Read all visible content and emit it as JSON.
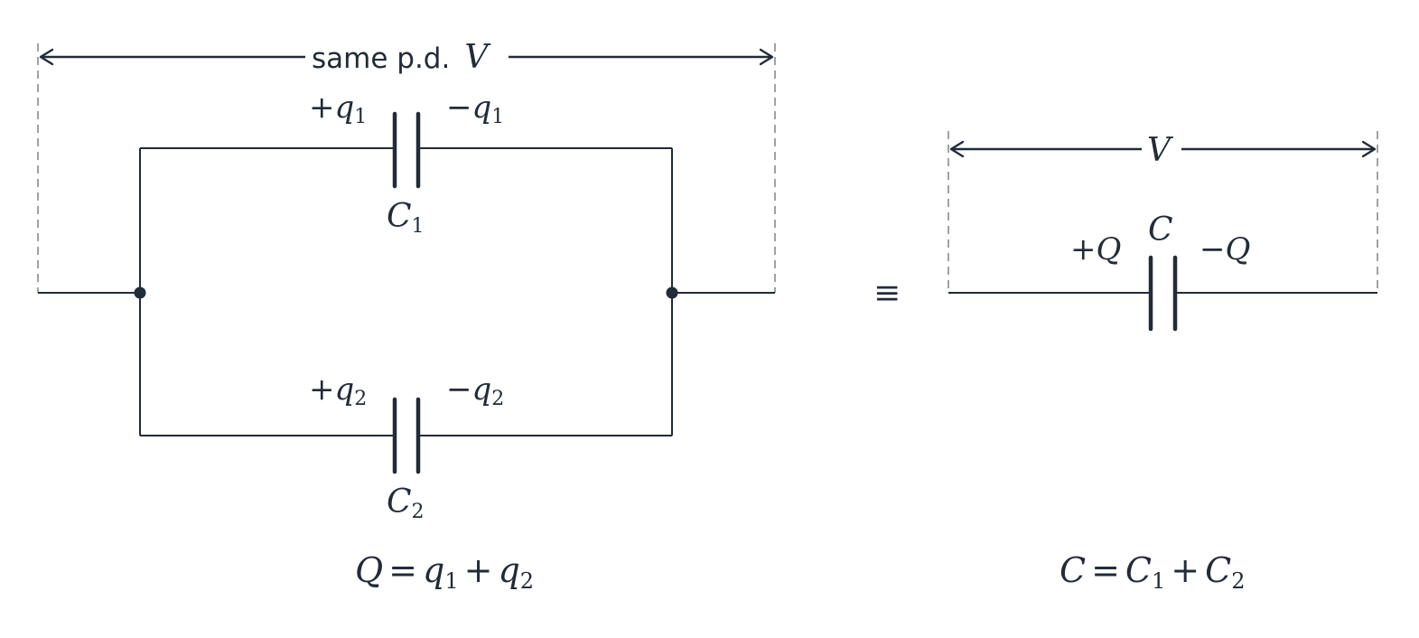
{
  "parallel": {
    "pd_label_text": "same p.d.",
    "pd_label_var": "V",
    "c1": {
      "name": "C",
      "sub": "1",
      "plus_charge": "+q",
      "plus_sub": "1",
      "minus_charge": "−q",
      "minus_sub": "1"
    },
    "c2": {
      "name": "C",
      "sub": "2",
      "plus_charge": "+q",
      "plus_sub": "2",
      "minus_charge": "−q",
      "minus_sub": "2"
    },
    "equation": {
      "lhs": "Q",
      "eq": "=",
      "t1": "q",
      "t1_sub": "1",
      "plus": "+",
      "t2": "q",
      "t2_sub": "2"
    }
  },
  "equivalence_symbol": "≡",
  "equivalent": {
    "v_label": "V",
    "name": "C",
    "plus_charge": "+Q",
    "minus_charge": "−Q",
    "equation": {
      "lhs": "C",
      "eq": "=",
      "t1": "C",
      "t1_sub": "1",
      "plus": "+",
      "t2": "C",
      "t2_sub": "2"
    }
  }
}
